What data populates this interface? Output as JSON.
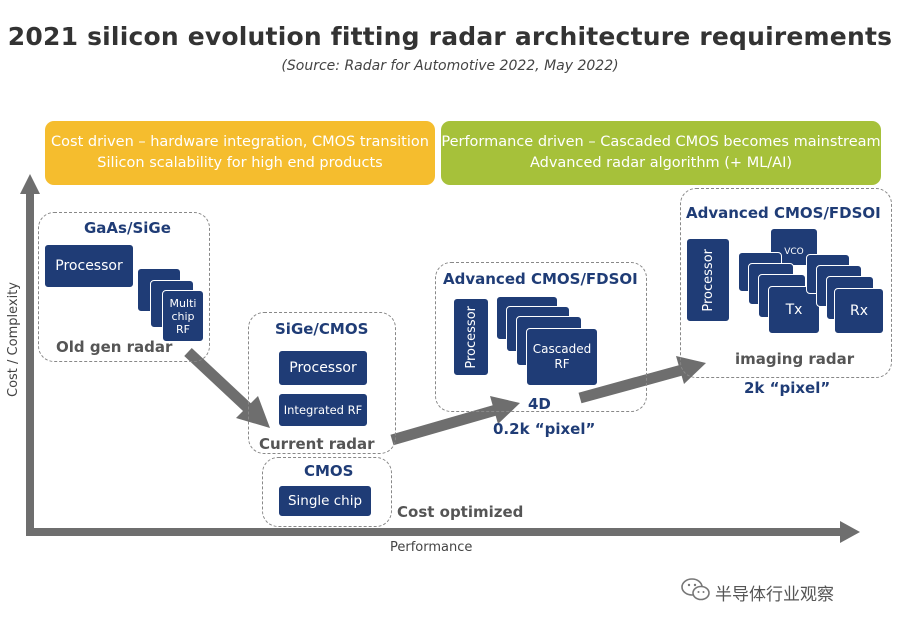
{
  "title": "2021 silicon evolution fitting radar architecture requirements",
  "subtitle": "(Source: Radar for Automotive 2022, May 2022)",
  "banners": {
    "cost": {
      "line1": "Cost driven – hardware integration, CMOS transition",
      "line2": "Silicon scalability for high end products",
      "color": "#f5bd2e"
    },
    "performance": {
      "line1": "Performance driven – Cascaded CMOS becomes mainstream",
      "line2": "Advanced radar algorithm (+ ML/AI)",
      "color": "#a6c13a"
    }
  },
  "axes": {
    "y_label": "Cost / Complexity",
    "x_label": "Performance"
  },
  "groups": {
    "old_gen": {
      "title": "GaAs/SiGe",
      "processor": "Processor",
      "rf_line1": "Multi",
      "rf_line2": "chip",
      "rf_line3": "RF",
      "label": "Old gen radar"
    },
    "current": {
      "title": "SiGe/CMOS",
      "processor": "Processor",
      "rf": "Integrated RF",
      "label": "Current radar"
    },
    "cmos": {
      "title": "CMOS",
      "chip": "Single chip",
      "label": "Cost optimized"
    },
    "adv_4d": {
      "title": "Advanced CMOS/FDSOI",
      "processor": "Processor",
      "rf_line1": "Cascaded",
      "rf_line2": "RF",
      "label": "4D",
      "pixel": "0.2k “pixel”"
    },
    "adv_imaging": {
      "title": "Advanced CMOS/FDSOI",
      "processor": "Processor",
      "vco": "VCO",
      "tx": "Tx",
      "rx": "Rx",
      "label": "imaging radar",
      "pixel": "2k “pixel”"
    }
  },
  "colors": {
    "chip": "#1f3c76",
    "arrow": "#6e6e6e"
  },
  "watermark": "半导体行业观察"
}
